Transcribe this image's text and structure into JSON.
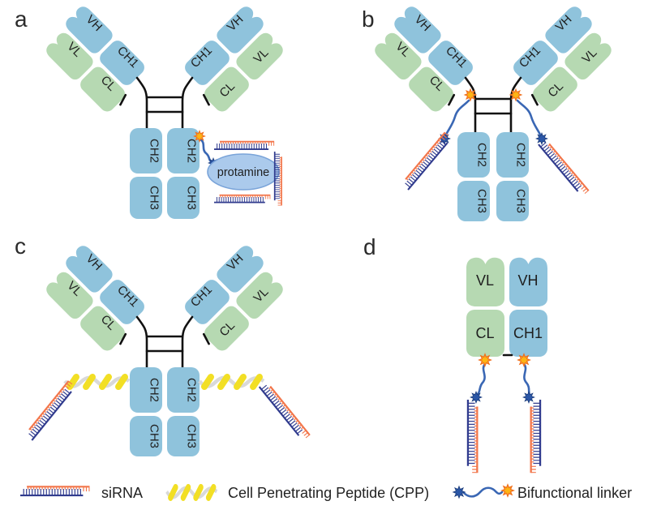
{
  "panels": {
    "a": {
      "label": "a",
      "vh": "VH",
      "vl": "VL",
      "ch1": "CH1",
      "cl": "CL",
      "ch2": "CH2",
      "ch3": "CH3",
      "protamine": "protamine"
    },
    "b": {
      "label": "b",
      "vh": "VH",
      "vl": "VL",
      "ch1": "CH1",
      "cl": "CL",
      "ch2": "CH2",
      "ch3": "CH3"
    },
    "c": {
      "label": "c",
      "vh": "VH",
      "vl": "VL",
      "ch1": "CH1",
      "cl": "CL",
      "ch2": "CH2",
      "ch3": "CH3"
    },
    "d": {
      "label": "d",
      "vl": "VL",
      "vh": "VH",
      "cl": "CL",
      "ch1": "CH1"
    }
  },
  "legend": {
    "sirna": "siRNA",
    "cpp": "Cell Penetrating Peptide (CPP)",
    "linker": "Bifunctional linker"
  },
  "colors": {
    "heavy_chain_domain": "#8FC3DC",
    "light_chain_domain": "#B6D9B2",
    "sirna_sense_orange": "#F2764B",
    "sirna_antisense_navy": "#303B8E",
    "linker_wave_blue": "#3A67B4",
    "linker_star_orange": "#FDB515",
    "linker_star_orange_outline": "#F0701E",
    "linker_star_blue": "#2B57A7",
    "cpp_yellow": "#F2DF25",
    "cpp_ribbon_gray": "#D9D9D9",
    "protamine_fill": "#ABCAEC",
    "protamine_outline": "#7AA4D9",
    "hinge_line": "#111111"
  }
}
